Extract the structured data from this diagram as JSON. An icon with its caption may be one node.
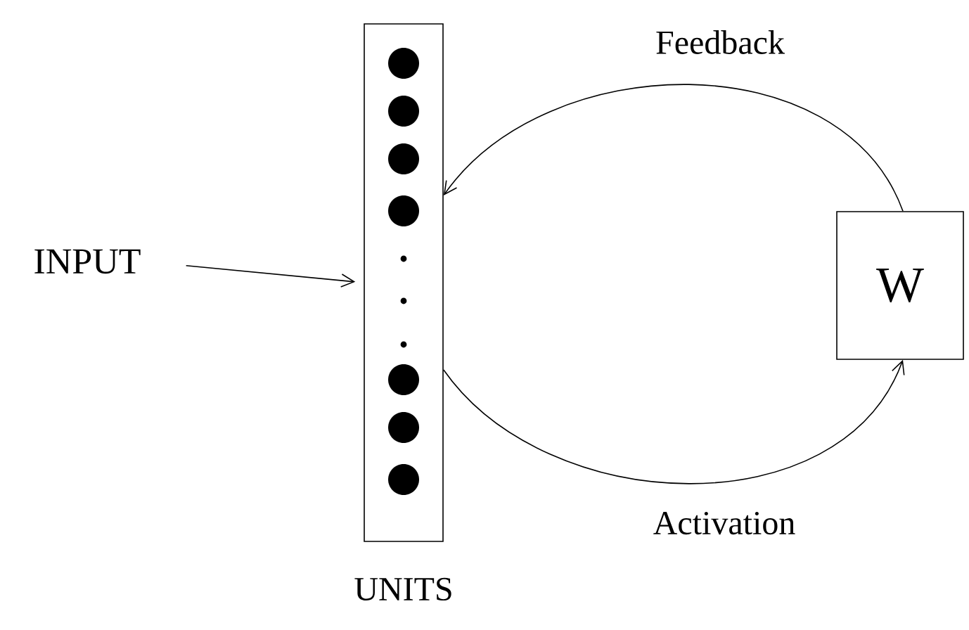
{
  "diagram": {
    "nodes": [
      {
        "text": [
          "INPUT"
        ]
      },
      {
        "text": [],
        "shape": "box",
        "beside": [
          "UNITS"
        ]
      },
      {
        "text": [
          "W"
        ]
      }
    ],
    "edges": [
      {
        "from": 0,
        "to": 1,
        "arrow": "to"
      },
      {
        "from": 2,
        "to": 1,
        "arrow": "to",
        "label": "Feedback"
      },
      {
        "from": 1,
        "to": 2,
        "arrow": "to",
        "label": "Activation"
      }
    ]
  }
}
